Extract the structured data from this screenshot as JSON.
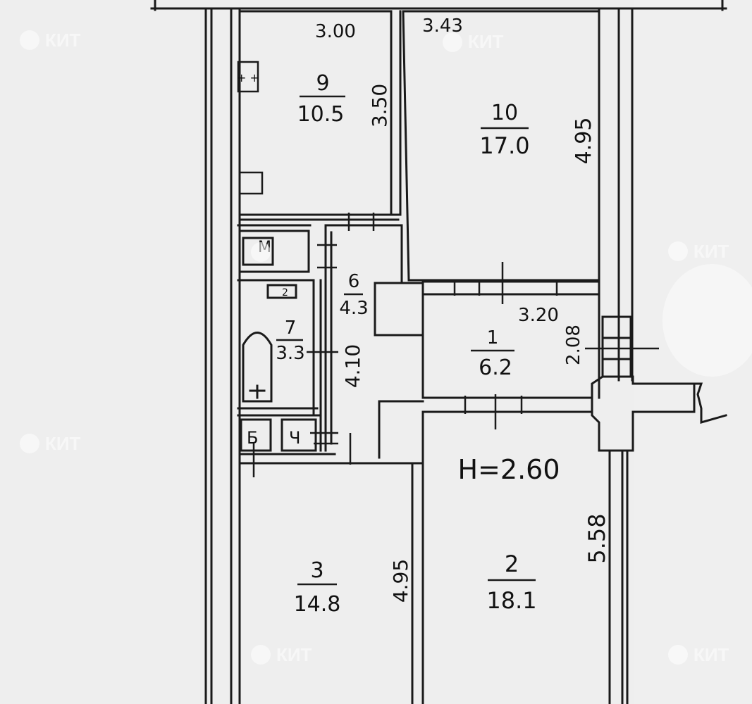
{
  "rooms": [
    {
      "id": "9",
      "number": "9",
      "area": "10.5"
    },
    {
      "id": "10",
      "number": "10",
      "area": "17.0"
    },
    {
      "id": "6",
      "number": "6",
      "area": "4.3"
    },
    {
      "id": "7",
      "number": "7",
      "area": "3.3"
    },
    {
      "id": "1",
      "number": "1",
      "area": "6.2"
    },
    {
      "id": "3",
      "number": "3",
      "area": "14.8"
    },
    {
      "id": "2",
      "number": "2",
      "area": "18.1"
    }
  ],
  "dimensions": {
    "room9_width": "3.00",
    "room10_width": "3.43",
    "room9_length": "3.50",
    "room10_length": "4.95",
    "corridor_length": "4.10",
    "room1_width": "3.20",
    "room1_length": "2.08",
    "room3_length": "4.95",
    "room2_length": "5.58"
  },
  "ceiling_height": "H=2.60",
  "fixture_labels": {
    "stove": "+ +",
    "sink": "M",
    "toilet": "Б",
    "closet": "Ч",
    "bathroom_marker": "2"
  },
  "watermark": "КИТ"
}
